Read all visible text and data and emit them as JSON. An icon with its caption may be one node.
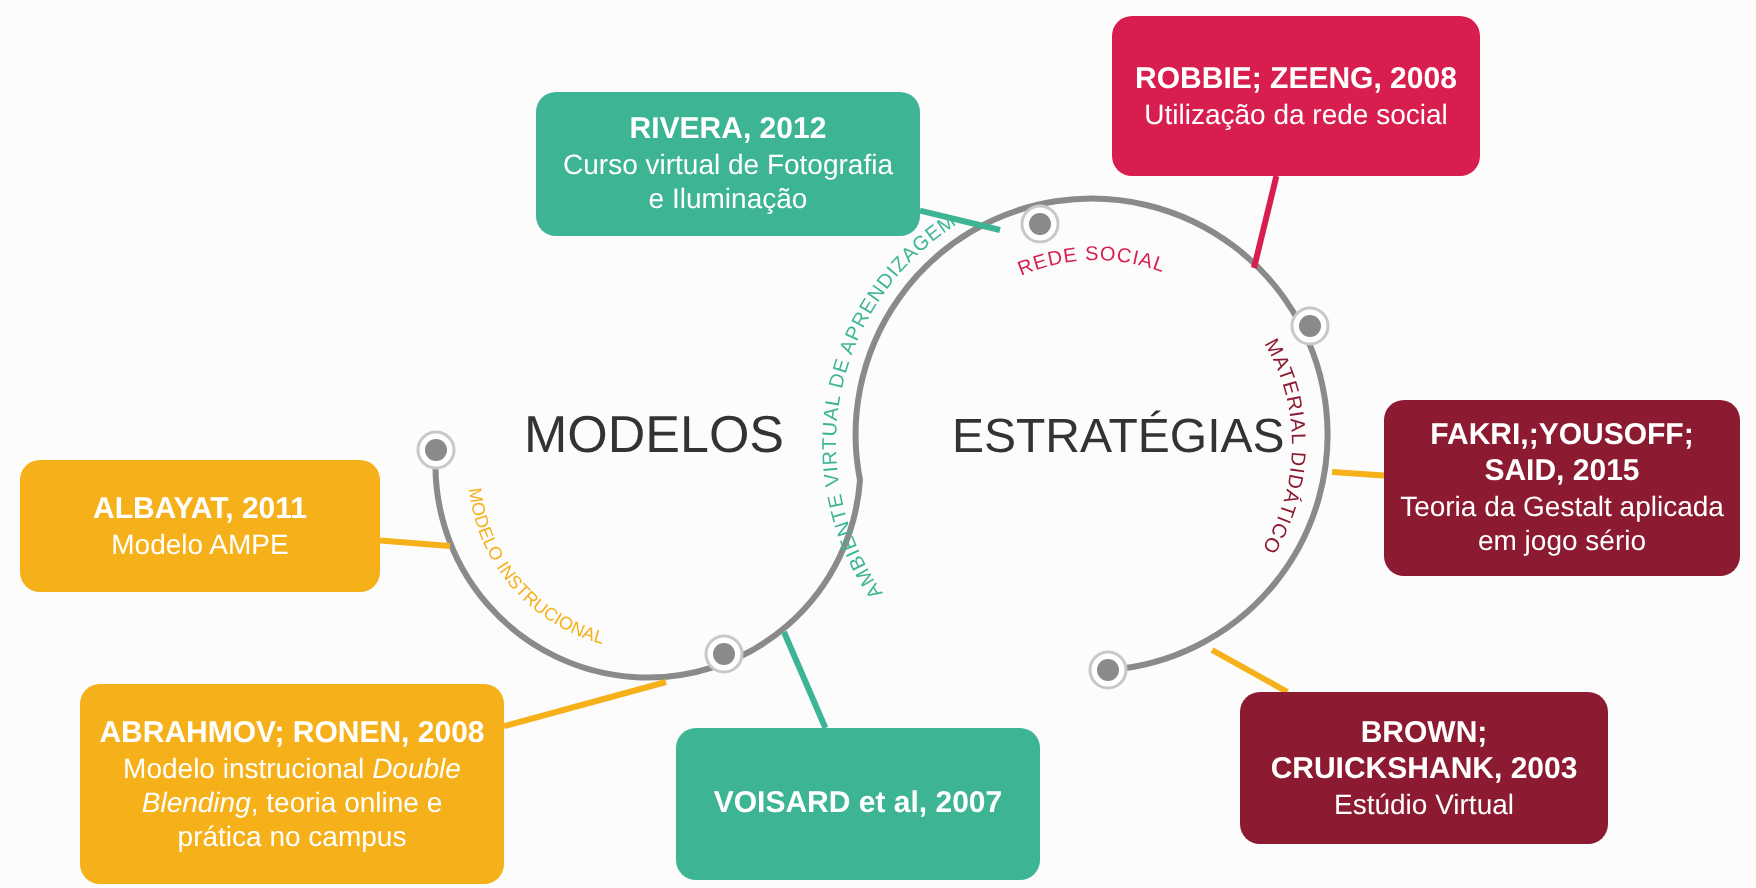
{
  "diagram": {
    "nodes": [
      {
        "text": [
          "RIVERA, 2012",
          "Curso virtual de Fotografia e Iluminação"
        ]
      },
      {
        "text": [
          "ROBBIE; ZEENG, 2008",
          "Utilização da rede social"
        ]
      },
      {
        "text": [
          "ALBAYAT, 2011",
          "Modelo AMPE"
        ]
      },
      {
        "text": [
          "FAKRI,;YOUSOFF; SAID, 2015",
          "Teoria da Gestalt aplicada em jogo sério"
        ]
      },
      {
        "text": [
          "ABRAHMOV; RONEN, 2008",
          "Modelo instrucional *Double Blending*, teoria online e prática no campus"
        ]
      },
      {
        "text": [
          "VOISARD et al, 2007"
        ]
      },
      {
        "text": [
          "BROWN; CRUICKSHANK, 2003",
          "Estúdio Virtual"
        ]
      }
    ],
    "edges": [
      {
        "from": 0,
        "to": null,
        "arrow": "none",
        "color": "#3db595"
      },
      {
        "from": 1,
        "to": null,
        "arrow": "none",
        "color": "#d81e4f"
      },
      {
        "from": 2,
        "to": null,
        "arrow": "none"
      },
      {
        "from": 3,
        "to": null,
        "arrow": "none"
      },
      {
        "from": 4,
        "to": null,
        "arrow": "none"
      },
      {
        "from": 5,
        "to": null,
        "arrow": "none",
        "color": "#3db595"
      },
      {
        "from": 6,
        "to": null,
        "arrow": "none"
      }
    ],
    "labels": [
      "REDE SOCIAL",
      "AMBIENTE VIRTUAL DE APRENDIZAGEM",
      "MODELOS",
      "ESTRATÉGIAS",
      "MATERIAL DIDÁTICO",
      "MODELO INSTRUCIONAL"
    ]
  }
}
